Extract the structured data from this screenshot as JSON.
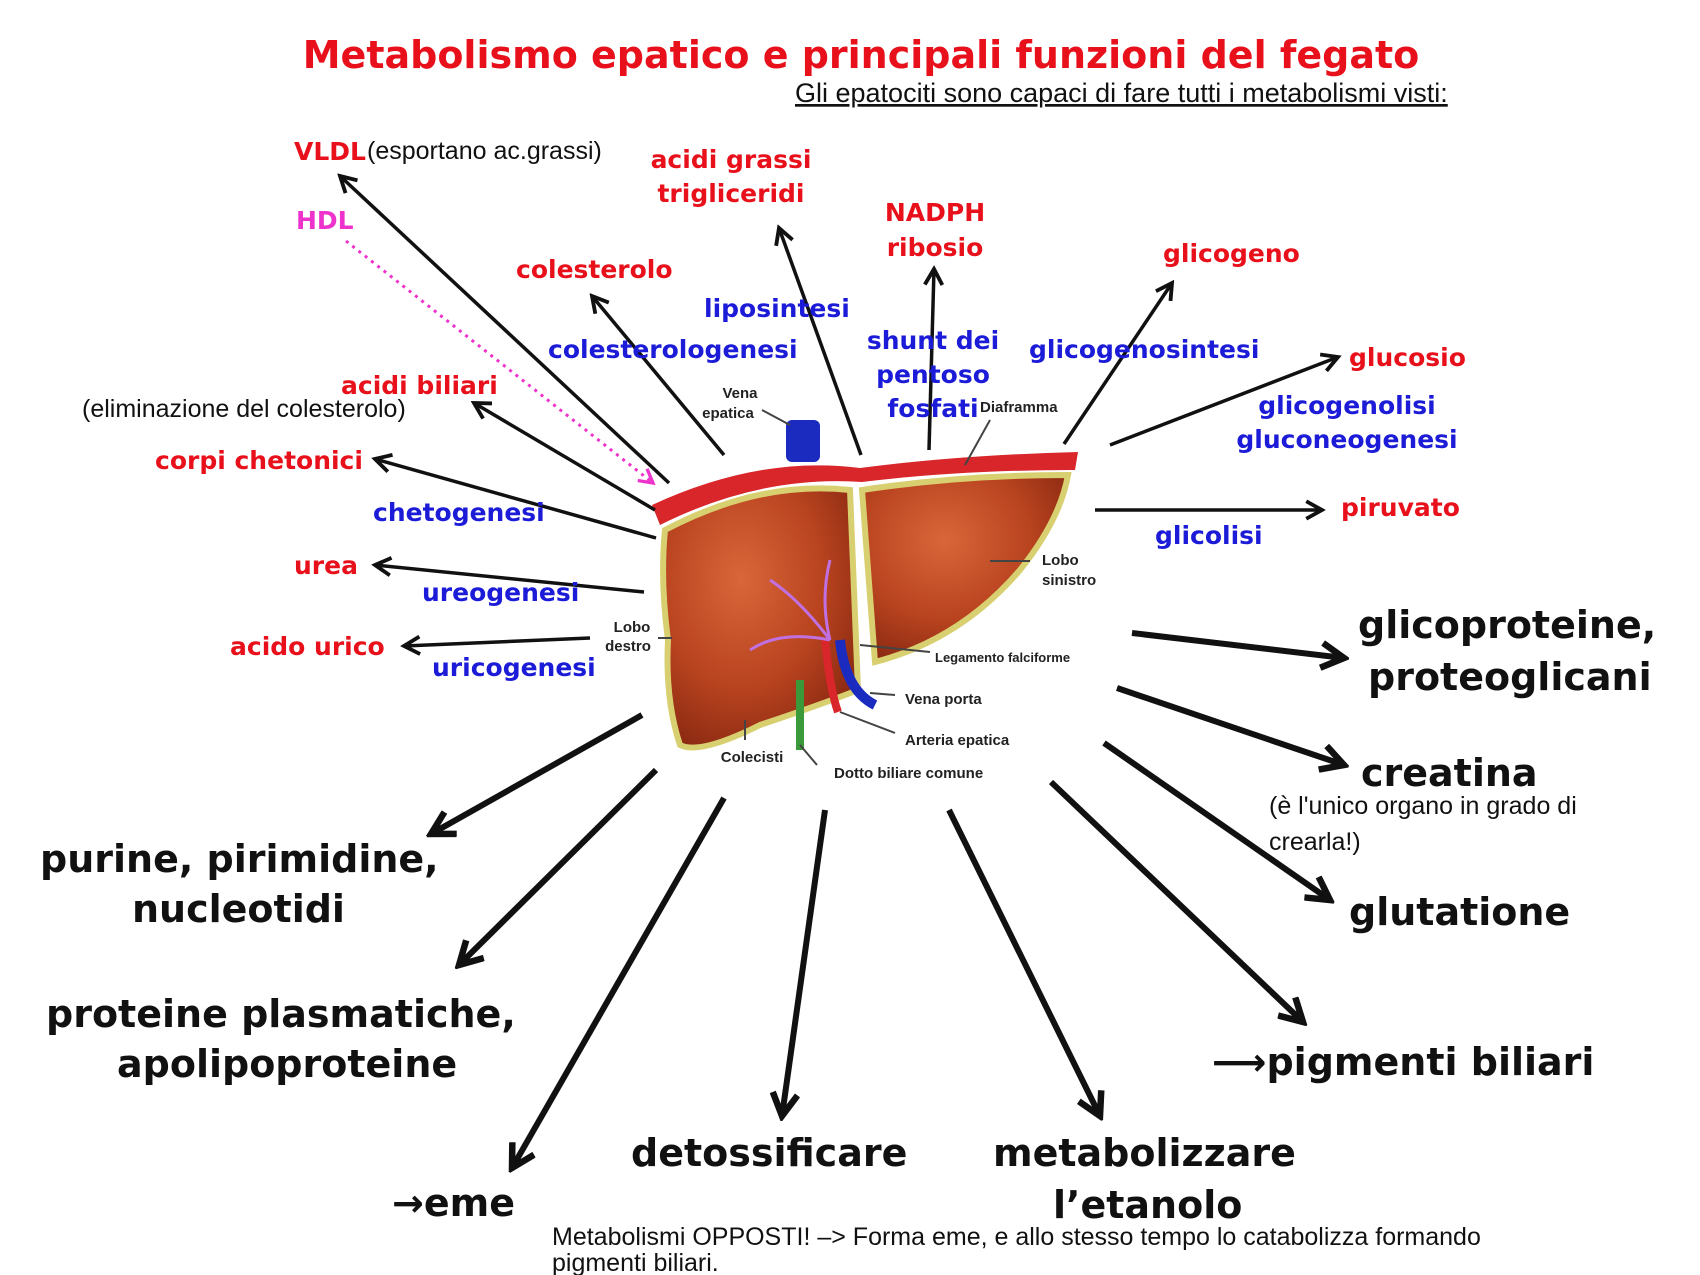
{
  "title": "Metabolismo epatico e principali funzioni del fegato",
  "subtitle": "Gli epatociti sono capaci di fare tutti i metabolismi visti:",
  "products": {
    "vldl": "VLDL",
    "vldl_note": "(esportano ac.grassi)",
    "hdl": "HDL",
    "acidi_grassi": "acidi grassi",
    "trigliceridi": "trigliceridi",
    "nadph": "NADPH",
    "ribosio": "ribosio",
    "glicogeno": "glicogeno",
    "colesterolo": "colesterolo",
    "glucosio": "glucosio",
    "acidi_biliari": "acidi biliari",
    "acidi_biliari_note": "(eliminazione del colesterolo)",
    "corpi_chetonici": "corpi chetonici",
    "piruvato": "piruvato",
    "urea": "urea",
    "acido_urico": "acido urico"
  },
  "processes": {
    "liposintesi": "liposintesi",
    "colesterologenesi": "colesterologenesi",
    "shunt_1": "shunt dei",
    "shunt_2": "pentoso",
    "shunt_3": "fosfati",
    "glicogenosintesi": "glicogenosintesi",
    "glicogenolisi": "glicogenolisi",
    "gluconeogenesi": "gluconeogenesi",
    "chetogenesi": "chetogenesi",
    "glicolisi": "glicolisi",
    "ureogenesi": "ureogenesi",
    "uricogenesi": "uricogenesi"
  },
  "functions": {
    "glicoproteine_1": "glicoproteine,",
    "glicoproteine_2": "proteoglicani",
    "creatina": "creatina",
    "creatina_note_1": "(è l'unico organo in grado di",
    "creatina_note_2": "crearla!)",
    "glutatione": "glutatione",
    "pigmenti": "⟶pigmenti biliari",
    "purine_1": "purine, pirimidine,",
    "purine_2": "nucleotidi",
    "proteine_1": "proteine plasmatiche,",
    "proteine_2": "apolipoproteine",
    "eme": "→eme",
    "detossificare": "detossificare",
    "etanolo_1": "metabolizzare",
    "etanolo_2": "l’etanolo"
  },
  "footnote_1": "Metabolismi OPPOSTI! –> Forma eme, e allo stesso tempo lo catabolizza formando",
  "footnote_2": "pigmenti biliari.",
  "liver_labels": {
    "vena_epatica_1": "Vena",
    "vena_epatica_2": "epatica",
    "diaframma": "Diaframma",
    "lobo_sinistro_1": "Lobo",
    "lobo_sinistro_2": "sinistro",
    "lobo_destro_1": "Lobo",
    "lobo_destro_2": "destro",
    "legamento": "Legamento falciforme",
    "vena_porta": "Vena porta",
    "arteria": "Arteria epatica",
    "colecisti": "Colecisti",
    "dotto": "Dotto biliare comune"
  },
  "colors": {
    "product": "#e8101a",
    "process": "#1b1bd8",
    "hdl": "#ee33cc",
    "liver": "#b8431f"
  }
}
